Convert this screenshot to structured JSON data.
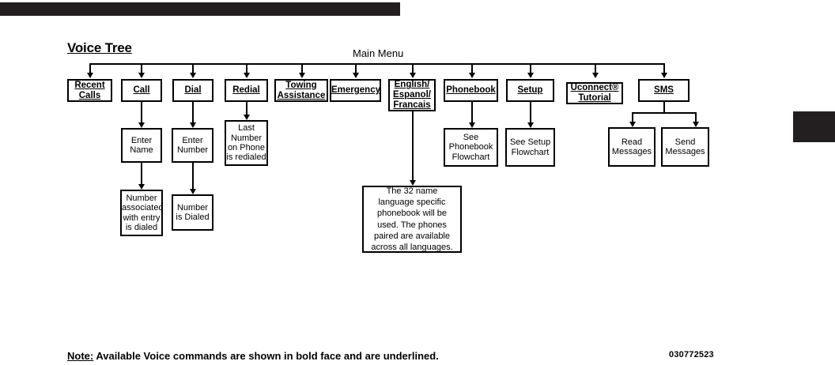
{
  "page": {
    "title": "Voice Tree",
    "main_menu_label": "Main Menu",
    "doc_id": "030772523",
    "footer_note_lead": "Note:",
    "footer_note_text": " Available Voice commands are shown in bold face and are underlined.",
    "ink_color": "#000000",
    "chrome_color": "#231f20",
    "background_color": "#ffffff"
  },
  "main_menu": [
    {
      "id": "recent-calls",
      "lines": [
        "Recent",
        "Calls"
      ],
      "style": "command"
    },
    {
      "id": "call",
      "lines": [
        "Call"
      ],
      "style": "command"
    },
    {
      "id": "dial",
      "lines": [
        "Dial"
      ],
      "style": "command"
    },
    {
      "id": "redial",
      "lines": [
        "Redial"
      ],
      "style": "command"
    },
    {
      "id": "towing-assistance",
      "lines": [
        "Towing",
        "Assistance"
      ],
      "style": "command"
    },
    {
      "id": "emergency",
      "lines": [
        "Emergency"
      ],
      "style": "command"
    },
    {
      "id": "language",
      "lines": [
        "English/",
        "Espanol/",
        "Francais"
      ],
      "style": "command"
    },
    {
      "id": "phonebook",
      "lines": [
        "Phonebook"
      ],
      "style": "command"
    },
    {
      "id": "setup",
      "lines": [
        "Setup"
      ],
      "style": "command"
    },
    {
      "id": "uconnect-tutorial",
      "lines": [
        "Uconnect®",
        "Tutorial"
      ],
      "style": "command"
    },
    {
      "id": "sms",
      "lines": [
        "SMS"
      ],
      "style": "command"
    }
  ],
  "level2": {
    "call_enter_name": {
      "lines": [
        "Enter",
        "Name"
      ],
      "style": "plain"
    },
    "dial_enter_number": {
      "lines": [
        "Enter",
        "Number"
      ],
      "style": "plain"
    },
    "redial_result": {
      "lines": [
        "Last",
        "Number",
        "on Phone",
        "is redialed"
      ],
      "style": "plain"
    },
    "phonebook_flowchart": {
      "lines": [
        "See",
        "Phonebook",
        "Flowchart"
      ],
      "style": "plain"
    },
    "setup_flowchart": {
      "lines": [
        "See Setup",
        "Flowchart"
      ],
      "style": "plain"
    },
    "sms_read": {
      "lines": [
        "Read",
        "Messages"
      ],
      "style": "plain"
    },
    "sms_send": {
      "lines": [
        "Send",
        "Messages"
      ],
      "style": "plain"
    },
    "language_note": {
      "lines": [
        "The 32 name language specific phonebook will be used. The phones paired are available across all languages."
      ],
      "style": "note"
    }
  },
  "level3": {
    "call_result": {
      "lines": [
        "Number",
        "associated",
        "with entry",
        "is dialed"
      ],
      "style": "plain"
    },
    "dial_result": {
      "lines": [
        "Number",
        "is Dialed"
      ],
      "style": "plain"
    }
  }
}
